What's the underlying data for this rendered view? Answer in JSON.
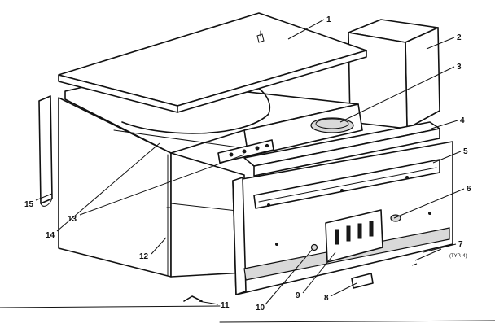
{
  "diagram": {
    "callouts": [
      {
        "id": "1",
        "text": "1"
      },
      {
        "id": "2",
        "text": "2"
      },
      {
        "id": "3",
        "text": "3"
      },
      {
        "id": "4",
        "text": "4"
      },
      {
        "id": "5",
        "text": "5"
      },
      {
        "id": "6",
        "text": "6"
      },
      {
        "id": "7",
        "text": "7",
        "note": "(TYP. 4)"
      },
      {
        "id": "8",
        "text": "8"
      },
      {
        "id": "9",
        "text": "9"
      },
      {
        "id": "10",
        "text": "10"
      },
      {
        "id": "11",
        "text": "11"
      },
      {
        "id": "12",
        "text": "12"
      },
      {
        "id": "13",
        "text": "13"
      },
      {
        "id": "14",
        "text": "14"
      },
      {
        "id": "15",
        "text": "15"
      }
    ],
    "colors": {
      "ink": "#111111",
      "paper": "#ffffff",
      "shade": "#d9d9d9"
    }
  }
}
